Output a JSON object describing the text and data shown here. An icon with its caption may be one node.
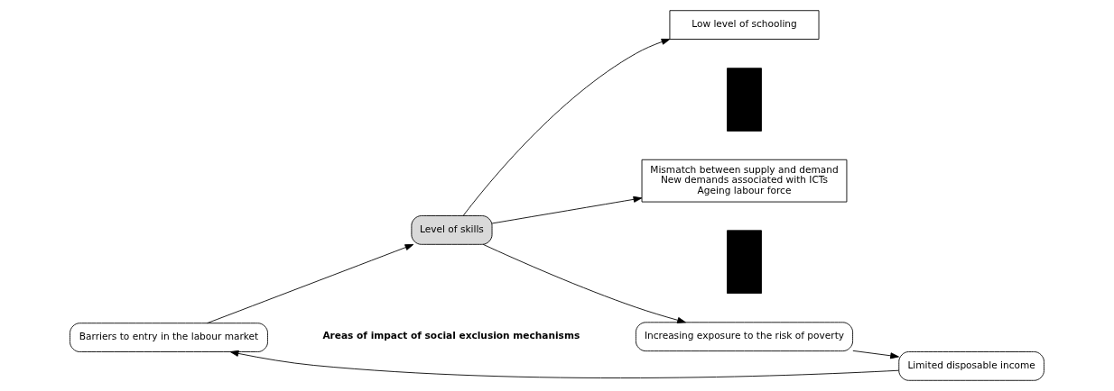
{
  "diagram": {
    "nodes": [
      {
        "text": [
          "Barriers to entry in the labour market"
        ]
      },
      {
        "text": [
          "Level of skills"
        ]
      },
      {
        "text": [
          "Low level of schooling"
        ]
      },
      {
        "text": [],
        "shape": "bar"
      },
      {
        "text": [
          "Limited disposable income"
        ]
      },
      {
        "text": [
          "Mismatch between supply and demand",
          "New demands associated with ICTs",
          "Ageing labour force"
        ]
      },
      {
        "text": [],
        "shape": "bar"
      },
      {
        "text": [
          "Increasing exposure to the risk of poverty"
        ]
      }
    ],
    "edges": [
      {
        "from": 0,
        "to": 1,
        "arrow": "to"
      },
      {
        "from": 1,
        "to": 2,
        "arrow": "to"
      },
      {
        "from": 1,
        "to": 5,
        "arrow": "to"
      },
      {
        "from": 1,
        "to": 7,
        "arrow": "to"
      },
      {
        "from": 7,
        "to": 4,
        "arrow": "to"
      },
      {
        "from": 4,
        "to": 0,
        "arrow": "to"
      }
    ],
    "labels": [
      "Areas of impact of social exclusion mechanisms"
    ]
  }
}
